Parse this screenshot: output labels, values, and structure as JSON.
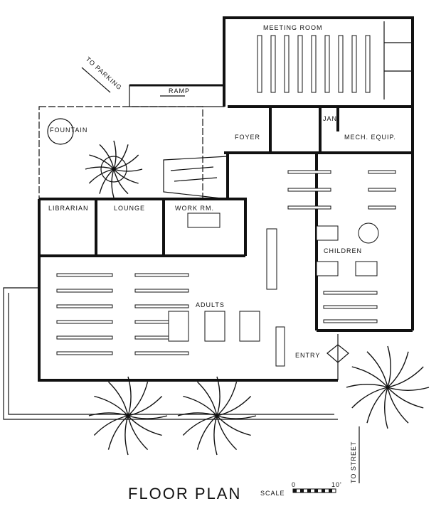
{
  "title": "FLOOR PLAN",
  "scale": {
    "label": "SCALE",
    "start": "0",
    "end": "10'"
  },
  "rooms": {
    "meeting_room": "MEETING ROOM",
    "foyer": "FOYER",
    "janitor": "JAN.",
    "mech_equip": "MECH. EQUIP.",
    "librarian": "LIBRARIAN",
    "lounge": "LOUNGE",
    "work_room": "WORK RM.",
    "children": "CHILDREN",
    "adults": "ADULTS",
    "entry": "ENTRY"
  },
  "annotations": {
    "to_parking": "TO PARKING",
    "ramp": "RAMP",
    "fountain": "FOUNTAIN",
    "to_street": "TO STREET"
  }
}
